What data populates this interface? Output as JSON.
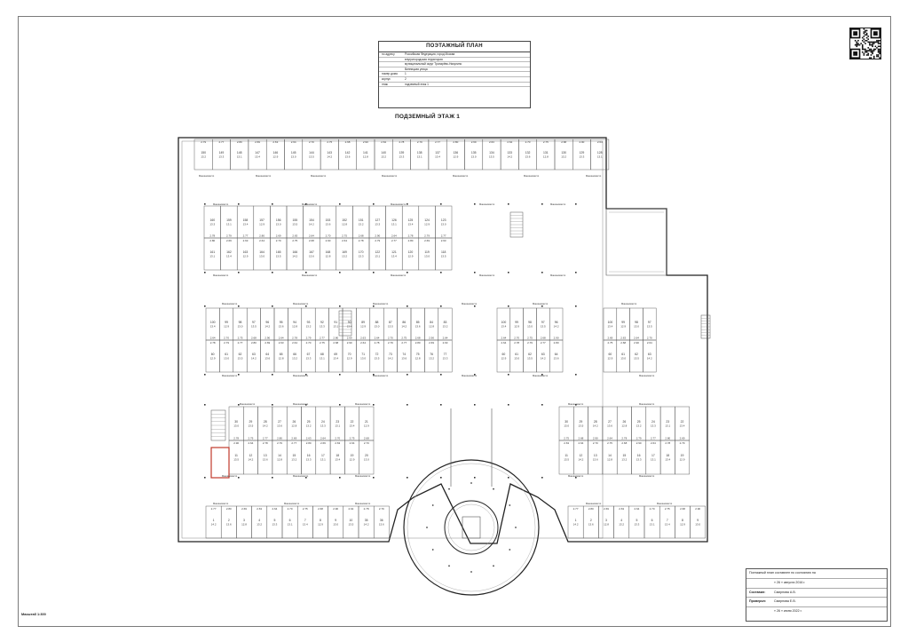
{
  "title_block": {
    "header": "ПОЭТАЖНЫЙ ПЛАН",
    "rows": [
      {
        "key": "по адресу",
        "value": "Российская Федерация, город Москва"
      },
      {
        "key": "",
        "value": "внутригородская территория"
      },
      {
        "key": "",
        "value": "муниципальный округ Тропарёво-Никулино"
      },
      {
        "key": "",
        "value": "Винницкая улица"
      },
      {
        "key": "номер дома",
        "value": "1"
      },
      {
        "key": "корпус",
        "value": "2"
      },
      {
        "key": "этаж",
        "value": "подземный этаж 1"
      }
    ]
  },
  "floor_title": "ПОДЗЕМНЫЙ ЭТАЖ 1",
  "scale_label": "Масштаб 1:300",
  "stamp": {
    "note": "Поэтажный план составлен по состоянию на",
    "rows": [
      {
        "label": "",
        "value": "«  26  »   августа   2016 г."
      },
      {
        "label": "Составил:",
        "value": "Смирнова А.В."
      },
      {
        "label": "Проверил:",
        "value": "Смирнова Е.В."
      },
      {
        "label": "",
        "value": "«  26  »   июня   2022 г."
      }
    ]
  },
  "space_label": "Машиноместо",
  "height_labels": [
    "2.79",
    "2.77",
    "2.80",
    "2.69",
    "2.63",
    "2.64",
    "2.70",
    "2.75",
    "2.68",
    "2.90",
    "2.64",
    "2.78"
  ],
  "lot_numbers": [
    [
      "150",
      "149",
      "148",
      "147",
      "146",
      "145",
      "144",
      "143",
      "142",
      "141",
      "140",
      "139",
      "138",
      "137",
      "136",
      "135",
      "134",
      "133",
      "132",
      "131",
      "130",
      "129",
      "128"
    ],
    [
      "160",
      "159",
      "158",
      "157",
      "156",
      "155",
      "154",
      "153",
      "152",
      "151",
      "127",
      "126",
      "125",
      "124",
      "123"
    ],
    [
      "161",
      "162",
      "163",
      "164",
      "165",
      "166",
      "167",
      "168",
      "169",
      "170",
      "122",
      "121",
      "120",
      "119",
      "118"
    ],
    [
      "100",
      "99",
      "98",
      "97",
      "96",
      "95",
      "94",
      "93",
      "92",
      "91",
      "90",
      "89",
      "88",
      "87",
      "86",
      "85",
      "84",
      "83"
    ],
    [
      "60",
      "61",
      "62",
      "63",
      "64",
      "65",
      "66",
      "67",
      "68",
      "69",
      "70",
      "71",
      "72",
      "73",
      "74",
      "75",
      "76",
      "77"
    ],
    [
      "30",
      "29",
      "28",
      "27",
      "26",
      "25",
      "24",
      "23",
      "22",
      "21"
    ],
    [
      "11",
      "12",
      "13",
      "14",
      "15",
      "16",
      "17",
      "18",
      "19",
      "20"
    ],
    [
      "1",
      "2",
      "3",
      "4",
      "5",
      "6",
      "7",
      "8",
      "9",
      "10",
      "35",
      "36",
      "37",
      "38",
      "39",
      "40",
      "41"
    ]
  ],
  "lot_areas": [
    "13.2",
    "13.3",
    "13.1",
    "13.4",
    "12.9",
    "13.0",
    "13.5",
    "14.2",
    "13.6",
    "12.8"
  ],
  "colors": {
    "walls": "#222222",
    "partitions": "#555555",
    "highlight": "#c0392b"
  }
}
